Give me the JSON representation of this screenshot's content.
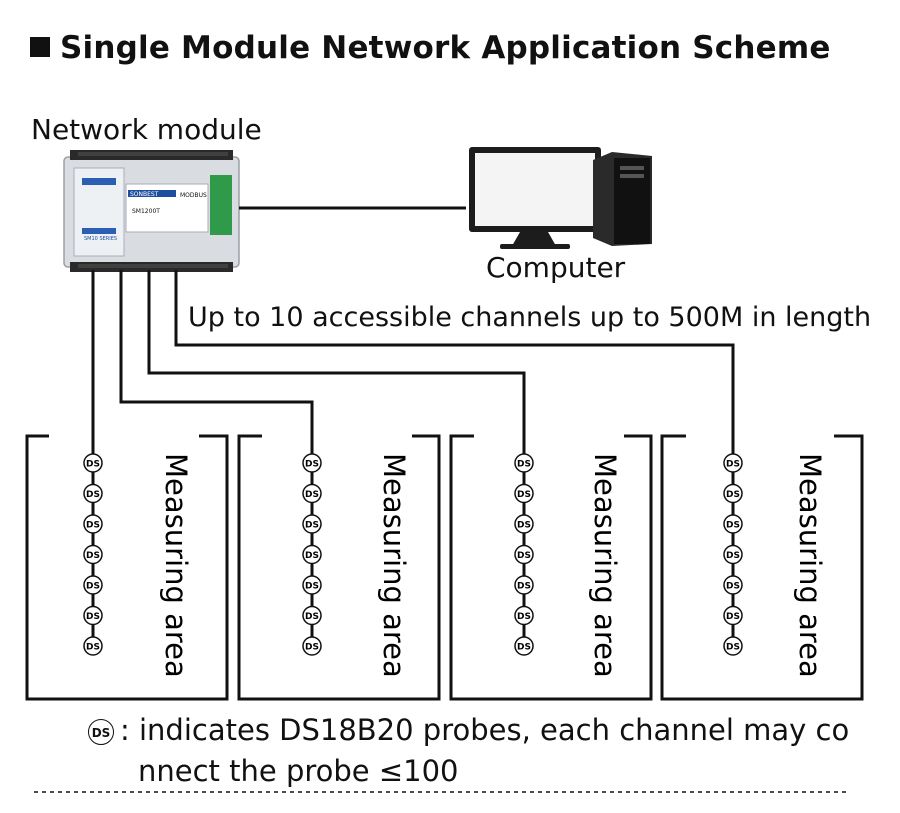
{
  "title": "Single Module Network Application Scheme",
  "module_label": "Network module",
  "module_device": {
    "brand": "SONBEST",
    "protocol": "MODBUS",
    "model": "SM1200T",
    "side_text": "SM10 SERIES"
  },
  "computer_label": "Computer",
  "channels_label": "Up to 10 accessible channels up to 500M in length",
  "areas": [
    {
      "label": "Measuring area",
      "probe_count": 7
    },
    {
      "label": "Measuring area",
      "probe_count": 7
    },
    {
      "label": "Measuring area",
      "probe_count": 7
    },
    {
      "label": "Measuring area",
      "probe_count": 7
    }
  ],
  "probe_symbol": "DS",
  "legend": {
    "symbol": "DS",
    "line1": ": indicates DS18B20 probes, each channel may co",
    "line2": "nnect the probe ≤100"
  }
}
